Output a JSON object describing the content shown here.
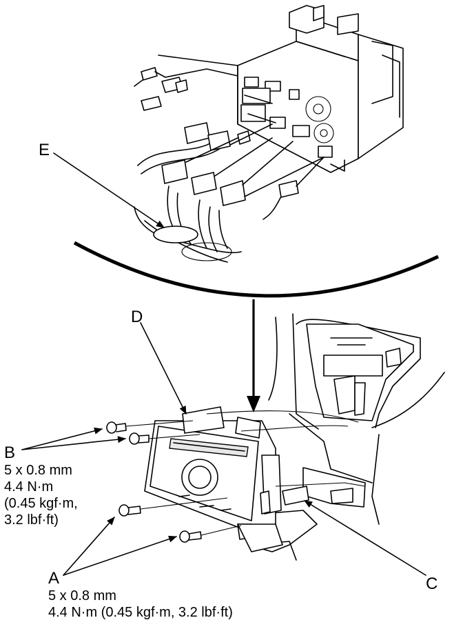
{
  "callouts": {
    "E": "E",
    "D": "D",
    "C": "C",
    "B": "B",
    "A": "A"
  },
  "specs": {
    "B": [
      "5 x 0.8 mm",
      "4.4 N·m",
      "(0.45 kgf·m,",
      "3.2 lbf·ft)"
    ],
    "A": [
      "5 x 0.8 mm",
      "4.4 N·m (0.45 kgf·m, 3.2 lbf·ft)"
    ]
  }
}
